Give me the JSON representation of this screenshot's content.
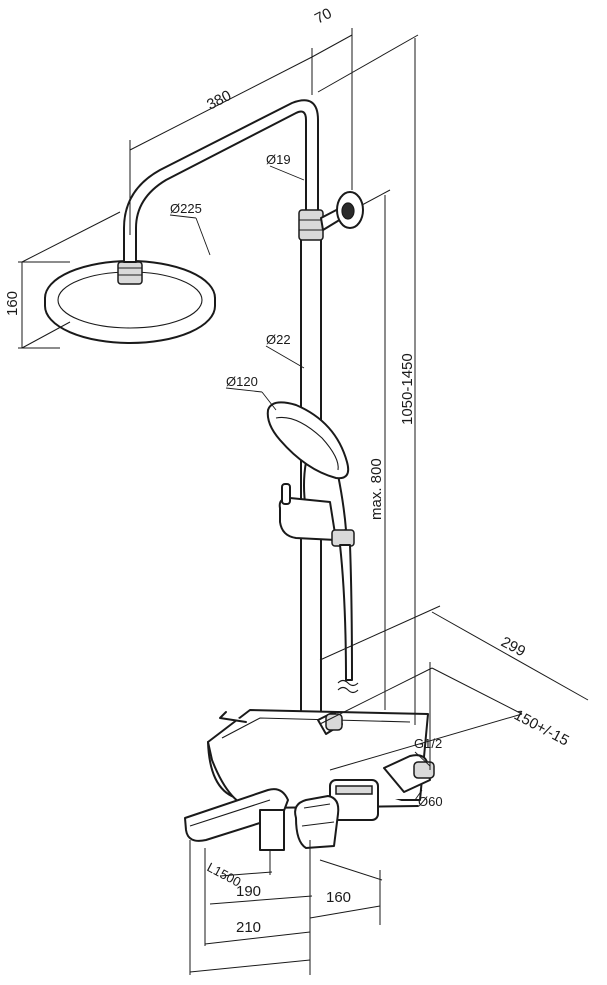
{
  "dimensions": {
    "arm_length": "380",
    "wall_offset": "70",
    "pipe_upper_diameter": "Ø19",
    "head_diameter": "Ø225",
    "head_height": "160",
    "pipe_lower_diameter": "Ø22",
    "handshower_diameter": "Ø120",
    "total_height": "1050-1450",
    "max_height": "max. 800",
    "depth": "299",
    "centers": "150+/-15",
    "connection": "G1/2",
    "escutcheon": "Ø60",
    "hose": "L1500",
    "spout_190": "190",
    "spout_210": "210",
    "spout_160": "160"
  }
}
